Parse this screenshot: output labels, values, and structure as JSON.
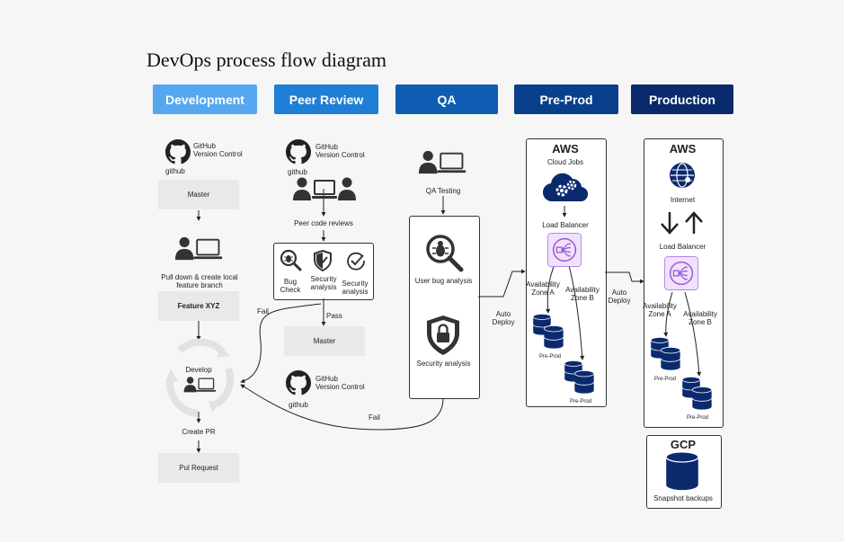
{
  "title": "DevOps process flow diagram",
  "stages": [
    {
      "label": "Development",
      "color": "#55a7f0"
    },
    {
      "label": "Peer Review",
      "color": "#1f7fd6"
    },
    {
      "label": "QA",
      "color": "#0e5db3"
    },
    {
      "label": "Pre-Prod",
      "color": "#0a3f8c"
    },
    {
      "label": "Production",
      "color": "#0a2a6b"
    }
  ],
  "dev": {
    "github_title": "GitHub",
    "github_sub": "Version Control",
    "github_caption": "github",
    "master": "Master",
    "pull_text": "Pull down & create local feature branch",
    "feature": "Feature XYZ",
    "develop": "Develop",
    "create_pr": "Create PR",
    "pull_request": "Pul Request"
  },
  "peer": {
    "github_title": "GitHub",
    "github_sub": "Version Control",
    "github_caption": "github",
    "reviews": "Peer code reviews",
    "bug_check": "Bug Check",
    "security1": "Security analysis",
    "security2": "Security analysis",
    "fail": "Fail",
    "pass": "Pass",
    "master": "Master",
    "github2_title": "GitHub",
    "github2_sub": "Version Control",
    "github2_caption": "github"
  },
  "qa": {
    "testing": "QA Testing",
    "user_bug": "User bug analysis",
    "security": "Security analysis",
    "fail": "Fail"
  },
  "preprod": {
    "aws": "AWS",
    "cloud_jobs": "Cloud Jobs",
    "lb": "Load Balancer",
    "az_a": "Availability Zone A",
    "az_b": "Availability Zone B",
    "db1": "Pre-Prod",
    "db2": "Pre-Prod",
    "auto_deploy": "Auto Deploy"
  },
  "prod": {
    "aws": "AWS",
    "internet": "Internet",
    "lb": "Load Balancer",
    "az_a": "Availability Zone A",
    "az_b": "Availability Zone B",
    "db1": "Pre-Prod",
    "db2": "Pre-Prod",
    "auto_deploy": "Auto Deploy",
    "gcp": "GCP",
    "snapshot": "Snapshot backups"
  },
  "icons": [
    "github-icon",
    "person-laptop-icon",
    "people-review-icon",
    "bug-search-icon",
    "shield-check-icon",
    "checkmark-circle-icon",
    "lock-shield-icon",
    "cloud-gears-icon",
    "load-balancer-icon",
    "database-icon",
    "globe-icon",
    "up-down-arrows-icon"
  ],
  "colors": {
    "dark": "#333333",
    "navy": "#0b2a6e",
    "purple": "#9b59d6",
    "lavender": "#efe3fb"
  }
}
